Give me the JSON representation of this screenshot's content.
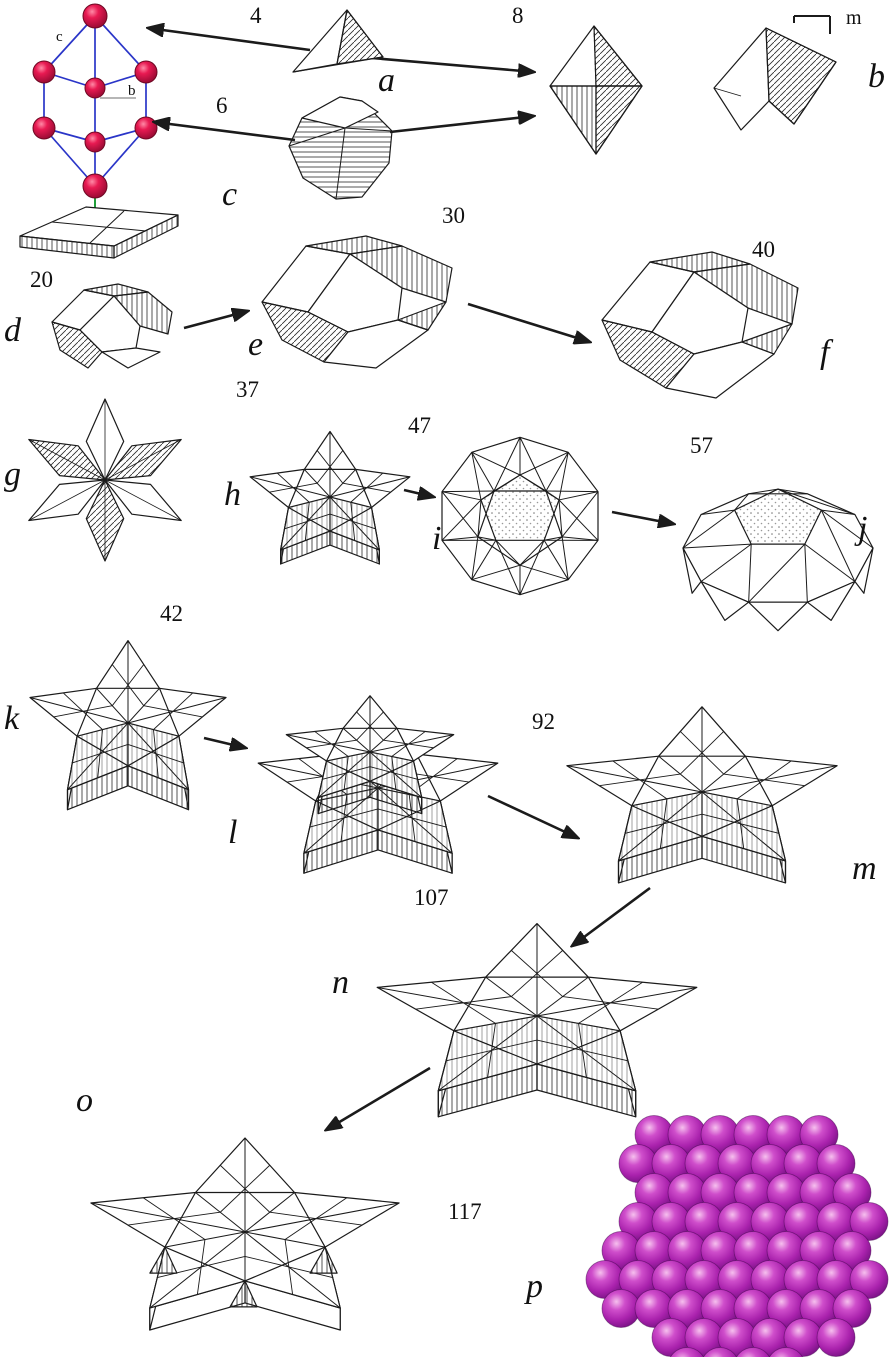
{
  "figure": {
    "kind": "crystal-cluster-growth-sequence-diagram",
    "background_color": "#ffffff",
    "ink_color": "#1b1b1b"
  },
  "panel_labels": {
    "a": "a",
    "b": "b",
    "c": "c",
    "d": "d",
    "e": "e",
    "f": "f",
    "g": "g",
    "h": "h",
    "i": "i",
    "j": "j",
    "k": "k",
    "l": "l",
    "m": "m",
    "n": "n",
    "o": "o",
    "p": "p"
  },
  "atom_counts": {
    "a_tetrahedron": "4",
    "octahedron_link": "8",
    "c_link": "6",
    "d": "20",
    "e": "30",
    "f": "40",
    "h": "37",
    "i": "47",
    "j": "57",
    "k": "42",
    "m": "92",
    "n": "107",
    "o": "117"
  },
  "crystal_model": {
    "axis_label_c": "c",
    "axis_label_b": "b",
    "atom_color": "#e0164e",
    "bond_color": "#2a35c8",
    "base_axis_color": "#1f9e3a"
  },
  "orientation_mark_label": "m",
  "sphere_cluster_color": "#b02cb5"
}
